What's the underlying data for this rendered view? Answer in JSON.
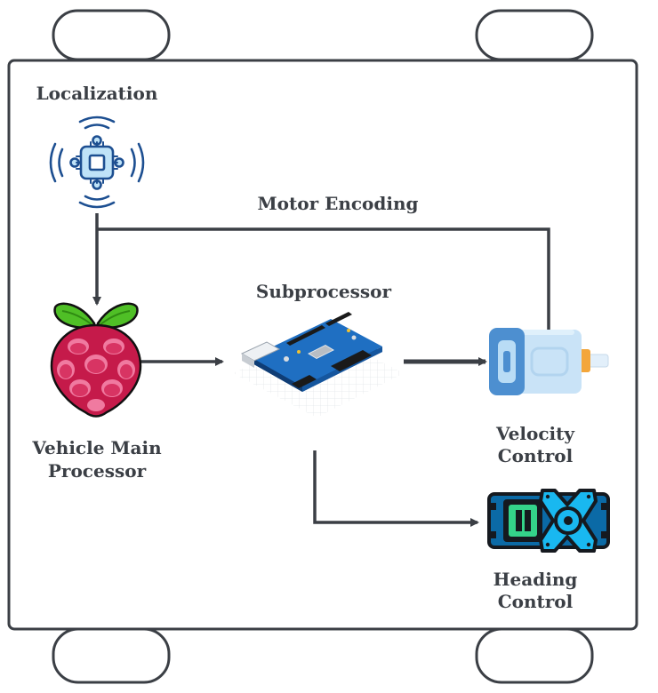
{
  "labels": {
    "localization": "Localization",
    "motor_encoding": "Motor Encoding",
    "subprocessor": "Subprocessor",
    "main_processor_line1": "Vehicle Main",
    "main_processor_line2": "Processor",
    "velocity_line1": "Velocity",
    "velocity_line2": "Control",
    "heading_line1": "Heading",
    "heading_line2": "Control"
  },
  "icons": {
    "localization": "wireless-chip-icon",
    "main_processor": "raspberry-pi-icon",
    "subprocessor": "arduino-board-icon",
    "velocity": "dc-motor-icon",
    "heading": "servo-motor-icon"
  },
  "colors": {
    "stroke": "#3b3f45",
    "text": "#3b3f45",
    "berry": "#c51a4a",
    "leaf": "#4fbf26",
    "board": "#1f6fc2",
    "motor_body": "#c9e3f7",
    "motor_cap": "#4d8fd0",
    "motor_shaft": "#f3a63b",
    "servo_body": "#0b6aa6",
    "servo_dark": "#15191f",
    "servo_green": "#34d38a",
    "servo_arm": "#19b8f0"
  }
}
